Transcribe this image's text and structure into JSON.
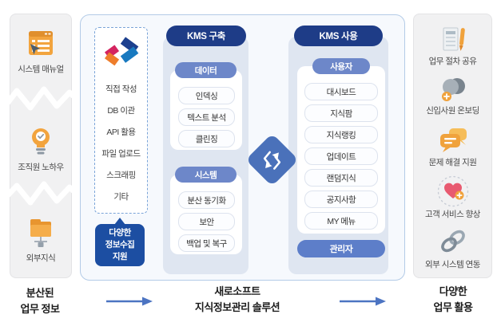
{
  "left_panel": {
    "items": [
      {
        "icon": "system-manual-icon",
        "label": "시스템 매뉴얼"
      },
      {
        "icon": "knowhow-bulb-icon",
        "label": "조직원 노하우"
      },
      {
        "icon": "external-knowledge-folder-icon",
        "label": "외부지식"
      }
    ],
    "caption": {
      "line1": "분산된",
      "line2": "업무 정보"
    }
  },
  "collect": {
    "logo_icon": "saerosoft-logo",
    "methods": [
      "직접 작성",
      "DB 이관",
      "API 활용",
      "파일 업로드",
      "스크래핑",
      "기타"
    ],
    "callout": {
      "line1": "다양한",
      "line2": "정보수집",
      "line3": "지원"
    }
  },
  "build": {
    "header": "KMS 구축",
    "groups": [
      {
        "title": "데이터",
        "items": [
          "인덱싱",
          "텍스트 분석",
          "클린징"
        ]
      },
      {
        "title": "시스템",
        "items": [
          "분산 동기화",
          "보안",
          "백업 및 복구"
        ]
      }
    ]
  },
  "exchange": {
    "icon": "swap-arrows-icon"
  },
  "use": {
    "header": "KMS 사용",
    "group": {
      "title": "사용자",
      "items": [
        "대시보드",
        "지식팜",
        "지식랭킹",
        "업데이트",
        "랜덤지식",
        "공지사항",
        "MY 메뉴"
      ]
    },
    "admin": "관리자"
  },
  "right_panel": {
    "items": [
      {
        "icon": "process-share-doc-pen-icon",
        "label": "업무 절차 공유"
      },
      {
        "icon": "onboarding-people-plus-icon",
        "label": "신입사원 온보딩"
      },
      {
        "icon": "problem-solving-chat-icon",
        "label": "문제 해결 지원"
      },
      {
        "icon": "customer-service-heart-icon",
        "label": "고객 서비스 향상"
      },
      {
        "icon": "external-system-link-icon",
        "label": "외부 시스템 연동"
      }
    ],
    "caption": {
      "line1": "다양한",
      "line2": "업무 활용"
    }
  },
  "footer": {
    "center": {
      "line1": "새로소프트",
      "line2": "지식정보관리 솔루션"
    }
  },
  "colors": {
    "navy": "#1e3c87",
    "group_pill_blue": "#6d87c9",
    "admin_pill_blue": "#5d7ec9",
    "diamond_blue": "#4a71ba",
    "callout_blue": "#1c4ea2",
    "orange": "#f2a43e",
    "arrow_blue": "#4c74c2",
    "panel_blue_bg": "#dfe6f1",
    "container_bg": "#f6f9fd"
  }
}
